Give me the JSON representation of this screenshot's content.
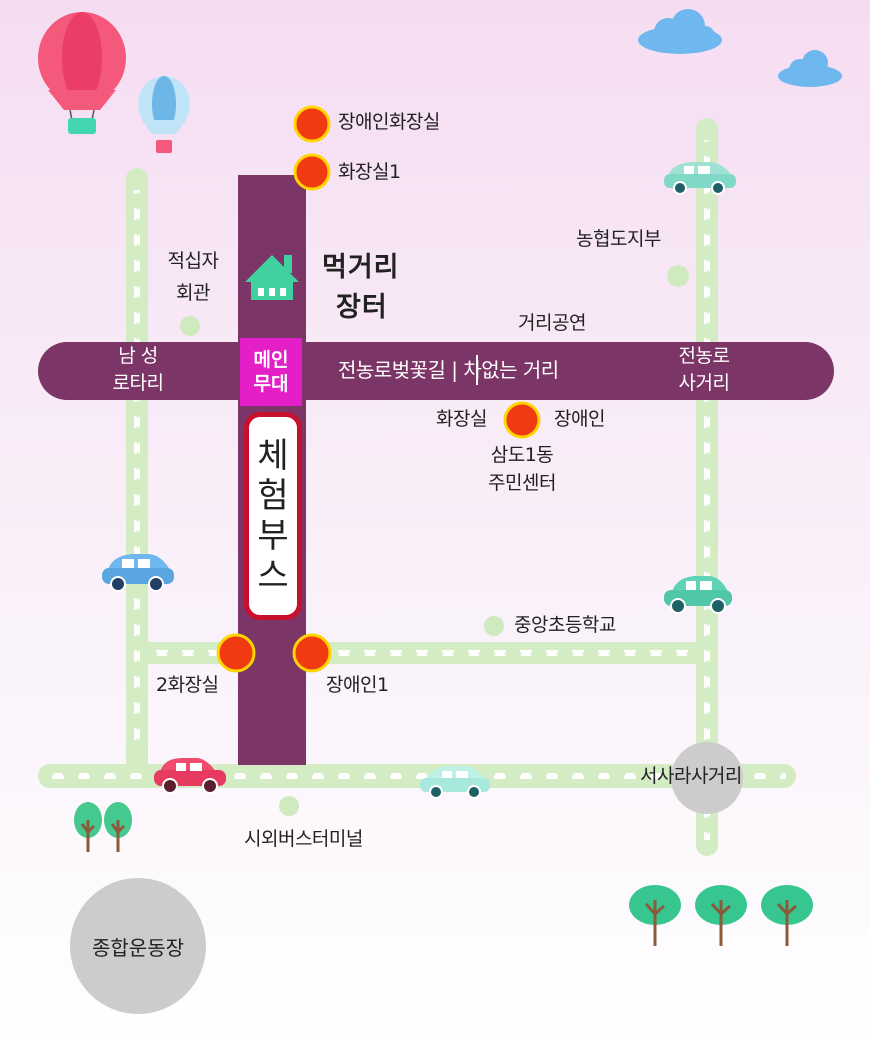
{
  "places": {
    "disabled_restroom_top": "장애인화장실",
    "restroom1": "화장실1",
    "red_cross_1": "적십자",
    "red_cross_2": "회관",
    "food_street_1": "먹거리",
    "food_street_2": "장터",
    "nonghyup": "농협도지부",
    "street_show": "거리공연",
    "namseong_1": "남 성",
    "namseong_2": "로타리",
    "main_stage_1": "메인",
    "main_stage_2": "무대",
    "road_banner": "전농로벚꽃길 | 차없는 거리",
    "jeonnong_1": "전농로",
    "jeonnong_2": "사거리",
    "restroom_mid": "화장실",
    "disabled_mid": "장애인",
    "samdo_1": "삼도1동",
    "samdo_2": "주민센터",
    "booth_1": "체",
    "booth_2": "험",
    "booth_3": "부",
    "booth_4": "스",
    "school": "중앙초등학교",
    "restroom2": "2화장실",
    "disabled1": "장애인1",
    "seosara": "서사라사거리",
    "bus_terminal": "시외버스터미널",
    "stadium": "종합운동장"
  },
  "colors": {
    "main_road": "#7b3566",
    "side_road": "#d3ecc4",
    "facility_marker": "#f03a12",
    "marker_ring": "#ffd400",
    "stage": "#e41fc7",
    "booth_border": "#c8102e",
    "landmark_dot": "#cfeabf",
    "circle_landmark": "#cccccc"
  },
  "icons": {
    "house": "house-icon",
    "balloon": "hot-air-balloon-icon",
    "car": "car-icon",
    "tree": "tree-icon",
    "cloud": "cloud-icon"
  }
}
